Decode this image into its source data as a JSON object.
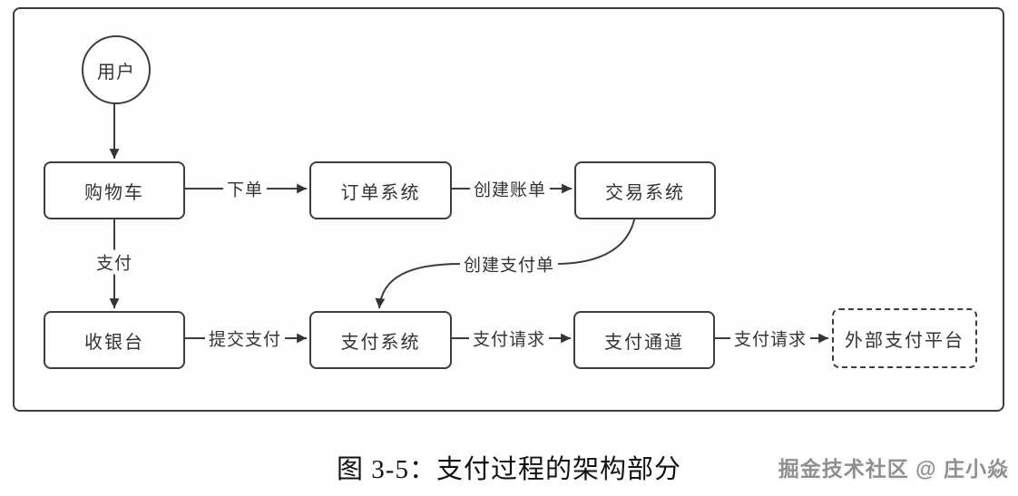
{
  "diagram": {
    "title_hint": "payment-process-architecture-flowchart",
    "nodes": [
      {
        "id": "user",
        "label": "用户",
        "shape": "circle"
      },
      {
        "id": "cart",
        "label": "购物车",
        "shape": "rect"
      },
      {
        "id": "order",
        "label": "订单系统",
        "shape": "rect"
      },
      {
        "id": "trade",
        "label": "交易系统",
        "shape": "rect"
      },
      {
        "id": "cashier",
        "label": "收银台",
        "shape": "rect"
      },
      {
        "id": "payment",
        "label": "支付系统",
        "shape": "rect"
      },
      {
        "id": "channel",
        "label": "支付通道",
        "shape": "rect"
      },
      {
        "id": "external",
        "label": "外部支付平台",
        "shape": "rect-dashed"
      }
    ],
    "edges": [
      {
        "from": "user",
        "to": "cart",
        "label": ""
      },
      {
        "from": "cart",
        "to": "order",
        "label": "下单"
      },
      {
        "from": "order",
        "to": "trade",
        "label": "创建账单"
      },
      {
        "from": "cart",
        "to": "cashier",
        "label": "支付"
      },
      {
        "from": "trade",
        "to": "payment",
        "label": "创建支付单"
      },
      {
        "from": "cashier",
        "to": "payment",
        "label": "提交支付"
      },
      {
        "from": "payment",
        "to": "channel",
        "label": "支付请求"
      },
      {
        "from": "channel",
        "to": "external",
        "label": "支付请求"
      }
    ]
  },
  "caption": "图 3-5：支付过程的架构部分",
  "watermark": "掘金技术社区 @ 庄小焱",
  "colors": {
    "stroke": "#3d3d3d",
    "text": "#333333",
    "background": "#ffffff",
    "watermark": "#8f8f8f"
  }
}
